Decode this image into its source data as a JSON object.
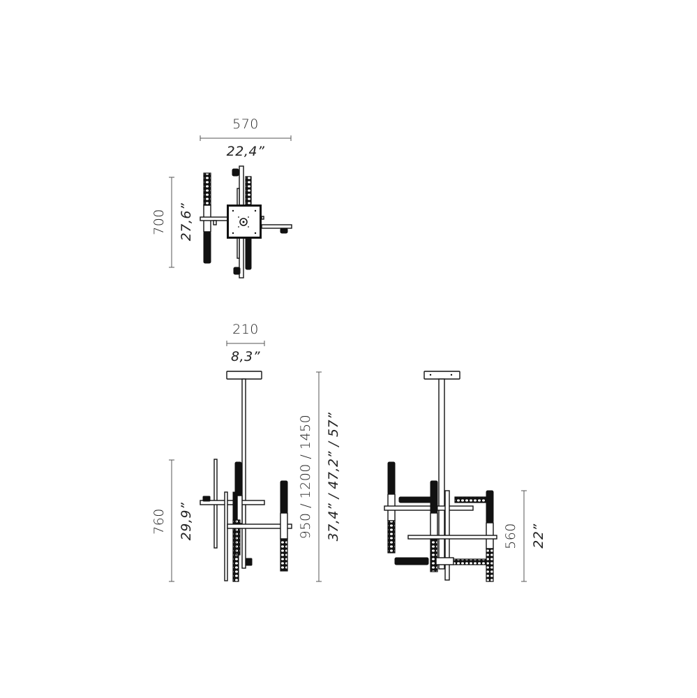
{
  "drawing": {
    "title": "Pendant lamp dimension drawing",
    "views": [
      {
        "name": "top-view",
        "dimensions": {
          "width_mm": "570",
          "width_in": "22,4”",
          "depth_mm": "700",
          "depth_in": "27,6”"
        }
      },
      {
        "name": "front-view",
        "dimensions": {
          "canopy_mm": "210",
          "canopy_in": "8,3”",
          "body_height_mm": "760",
          "body_height_in": "29,9”",
          "total_height_mm": "950 / 1200 / 1450",
          "total_height_in": "37,4” / 47,2” / 57”"
        }
      },
      {
        "name": "side-view",
        "dimensions": {
          "body_height_mm": "560",
          "body_height_in": "22”"
        }
      }
    ],
    "colors": {
      "line": "#111111",
      "dimension_line": "#555555",
      "background": "#ffffff"
    }
  }
}
